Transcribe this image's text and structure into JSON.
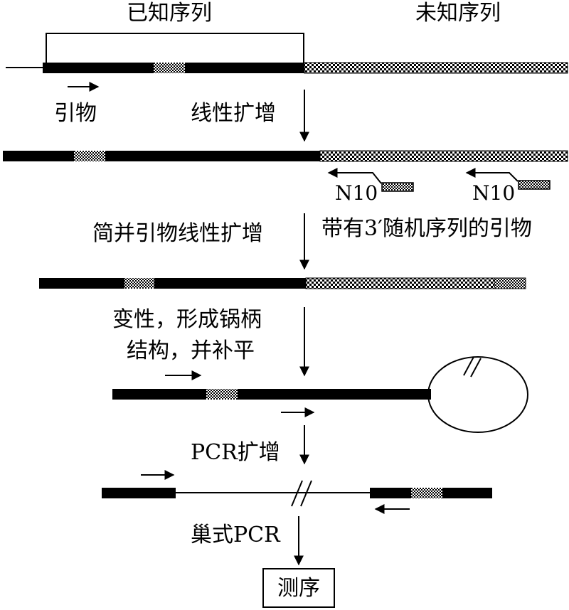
{
  "labels": {
    "known_sequence": "已知序列",
    "unknown_sequence": "未知序列",
    "primer": "引物",
    "linear_amplification": "线性扩增",
    "n10_a": "N10",
    "n10_b": "N10",
    "random_primer_note": "带有3′随机序列的引物",
    "degenerate_primer_amplification": "简并引物线性扩增",
    "denature_line1": "变性，形成锅柄",
    "denature_line2": "结构，并补平",
    "pcr_amplification": "PCR扩增",
    "nested_pcr": "巢式PCR",
    "sequencing": "测序"
  },
  "colors": {
    "strand": "#000000",
    "background": "#ffffff"
  }
}
